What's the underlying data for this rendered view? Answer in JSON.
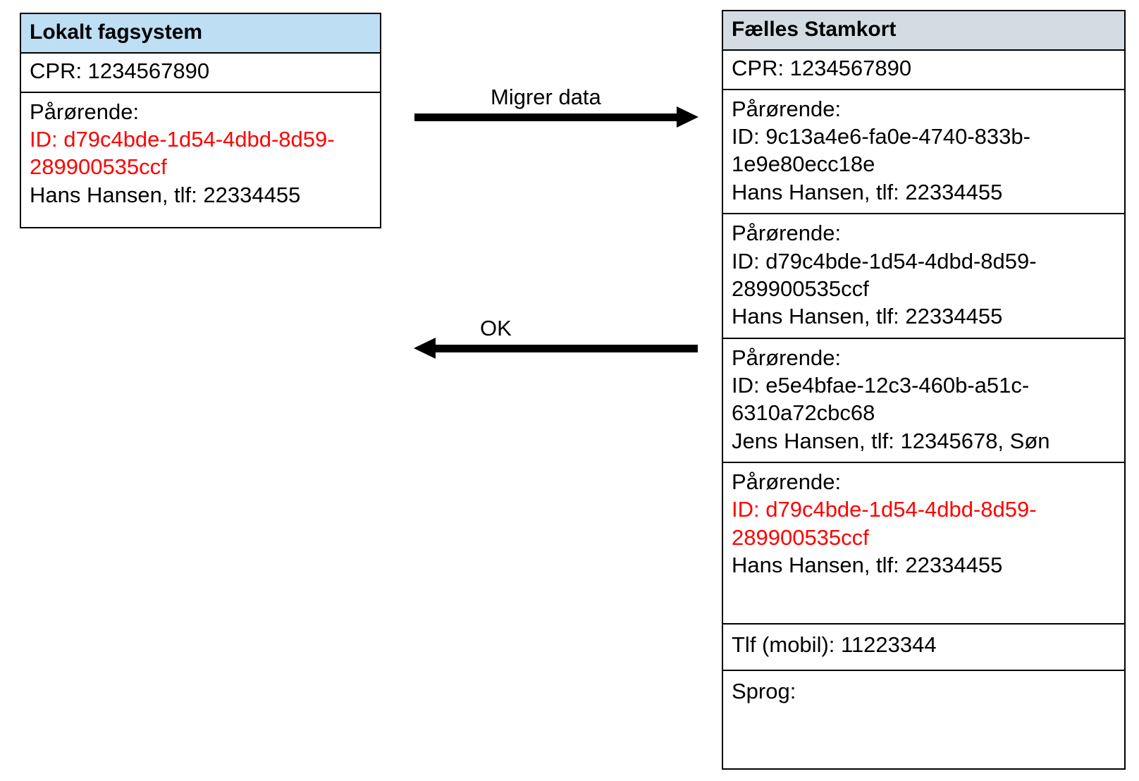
{
  "local_panel": {
    "title": "Lokalt fagsystem",
    "header_bg": "#bddef3",
    "cpr": "CPR: 1234567890",
    "kin": {
      "label": "Pårørende:",
      "id": "ID: d79c4bde-1d54-4dbd-8d59-289900535ccf",
      "id_color": "#ff0000",
      "person": "Hans Hansen, tlf: 22334455"
    }
  },
  "fsk_panel": {
    "title": "Fælles Stamkort",
    "header_bg": "#d3dce2",
    "cpr": "CPR: 1234567890",
    "kin_1": {
      "label": "Pårørende:",
      "id": "ID: 9c13a4e6-fa0e-4740-833b-1e9e80ecc18e",
      "id_color": "#000000",
      "person": "Hans Hansen, tlf: 22334455"
    },
    "kin_2": {
      "label": "Pårørende:",
      "id": "ID: d79c4bde-1d54-4dbd-8d59-289900535ccf",
      "id_color": "#000000",
      "person": "Hans Hansen, tlf: 22334455"
    },
    "kin_3": {
      "label": "Pårørende:",
      "id": "ID: e5e4bfae-12c3-460b-a51c-6310a72cbc68",
      "id_color": "#000000",
      "person": "Jens Hansen, tlf: 12345678, Søn"
    },
    "kin_4": {
      "label": "Pårørende:",
      "id": "ID: d79c4bde-1d54-4dbd-8d59-289900535ccf",
      "id_color": "#ff0000",
      "person": "Hans Hansen, tlf: 22334455"
    },
    "mobile": "Tlf (mobil): 11223344",
    "language": "Sprog:"
  },
  "arrows": {
    "migrate": {
      "label": "Migrer data",
      "direction": "right"
    },
    "ok": {
      "label": "OK",
      "direction": "left"
    }
  }
}
